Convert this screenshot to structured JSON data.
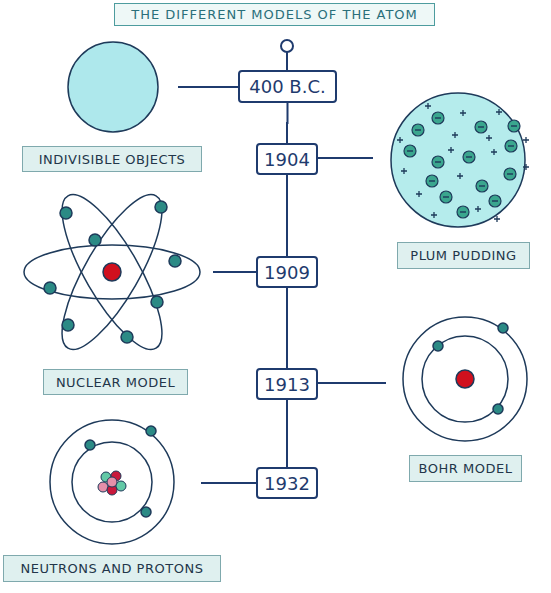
{
  "diagram": {
    "title": "THE DIFFERENT MODELS OF THE ATOM",
    "nodes": [
      {
        "text": [
          "400 B.C."
        ]
      },
      {
        "text": [
          "INDIVISIBLE OBJECTS"
        ]
      },
      {
        "text": [
          "1904"
        ]
      },
      {
        "text": [
          "PLUM PUDDING"
        ]
      },
      {
        "text": [
          "1909"
        ]
      },
      {
        "text": [
          "NUCLEAR MODEL"
        ]
      },
      {
        "text": [
          "1913"
        ]
      },
      {
        "text": [
          "BOHR MODEL"
        ]
      },
      {
        "text": [
          "1932"
        ]
      },
      {
        "text": [
          "NEUTRONS AND PROTONS"
        ]
      }
    ],
    "edges": [
      {
        "from": 0,
        "to": 2,
        "arrow": "none"
      },
      {
        "from": 2,
        "to": 4,
        "arrow": "none"
      },
      {
        "from": 4,
        "to": 6,
        "arrow": "none"
      },
      {
        "from": 6,
        "to": 8,
        "arrow": "none"
      }
    ]
  }
}
